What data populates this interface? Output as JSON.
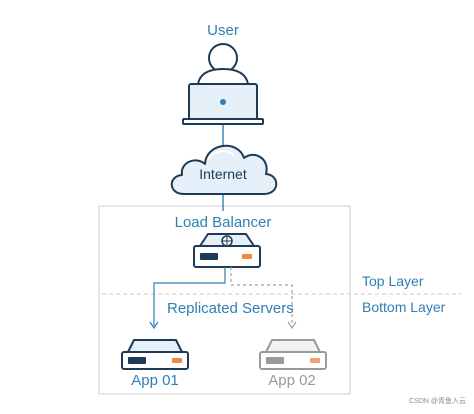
{
  "labels": {
    "user": "User",
    "internet": "Internet",
    "load_balancer": "Load Balancer",
    "replicated_servers": "Replicated Servers",
    "top_layer": "Top Layer",
    "bottom_layer": "Bottom Layer",
    "app1": "App 01",
    "app2": "App 02"
  },
  "watermark": "CSDN @青鱼入云",
  "colors": {
    "line_blue": "#2f7fb5",
    "text_blue": "#2f7fb5",
    "dark_outline": "#1e3a55",
    "fill_light": "#e6f0f8",
    "accent_orange": "#f0883e",
    "inactive_grey": "#9a9a9a",
    "box_border": "#cfcfcf"
  },
  "icons": {
    "user": "person-with-laptop-icon",
    "internet": "cloud-icon",
    "load_balancer": "load-balancer-server-icon",
    "app1": "server-icon",
    "app2": "server-icon-inactive"
  }
}
